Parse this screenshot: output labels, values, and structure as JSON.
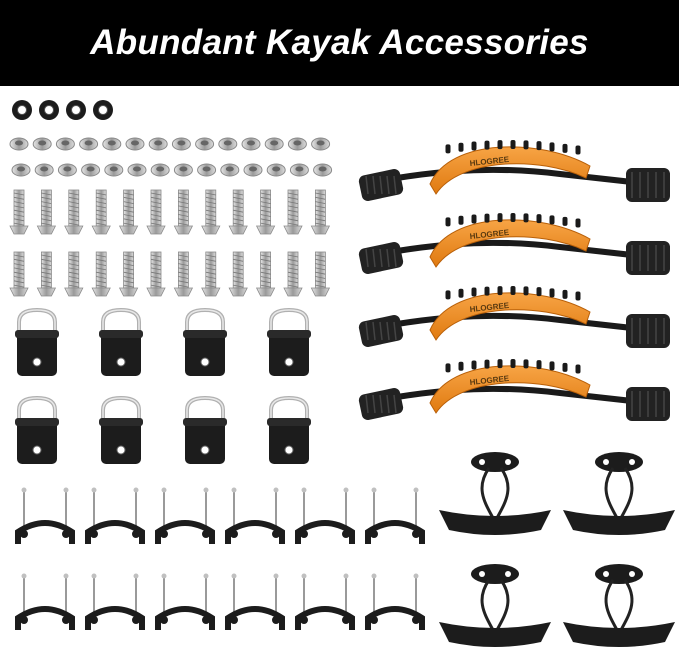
{
  "banner": {
    "title": "Abundant Kayak Accessories",
    "background": "#000000",
    "text_color": "#ffffff"
  },
  "handles": {
    "brand": "HLOGREE",
    "count": 4,
    "grip_color": "#f28c1e",
    "strap_color": "#1a1a1a"
  },
  "items": {
    "rubber_washers": 4,
    "nuts": 28,
    "screws": 24,
    "d_ring_tie_downs": 8,
    "bungee_cord_hooks": 12,
    "t_handles": 4
  },
  "colors": {
    "rubber": "#1c1c1c",
    "metal": "#c8c8c8",
    "metal_dark": "#8a8a8a"
  }
}
